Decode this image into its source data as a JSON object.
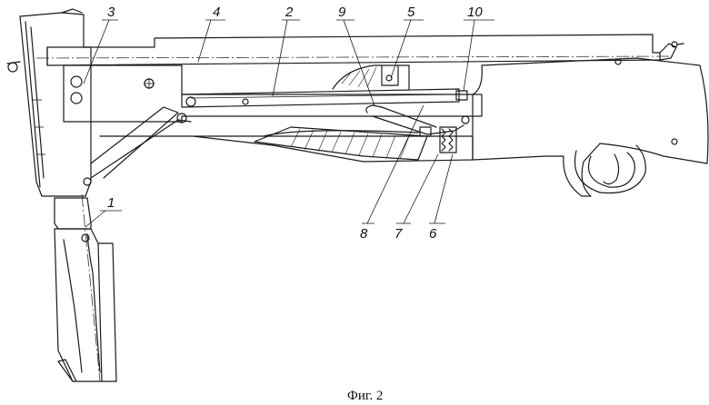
{
  "figure": {
    "caption": "Фиг. 2",
    "callouts": [
      "1",
      "2",
      "3",
      "4",
      "5",
      "6",
      "7",
      "8",
      "9",
      "10"
    ]
  }
}
